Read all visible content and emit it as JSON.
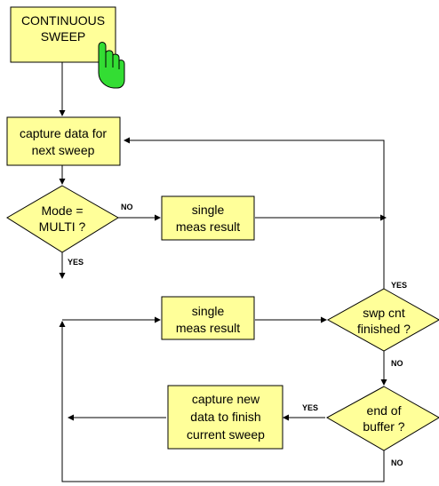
{
  "colors": {
    "box_fill": "#ffff99",
    "hand_fill": "#33dd33",
    "line": "#000000"
  },
  "nodes": {
    "continuous_sweep": {
      "line1": "CONTINUOUS",
      "line2": "SWEEP"
    },
    "capture_data": {
      "line1": "capture data for",
      "line2": "next sweep"
    },
    "mode_decision": {
      "line1": "Mode =",
      "line2": "MULTI ?"
    },
    "single_result_top": {
      "line1": "single",
      "line2": "meas result"
    },
    "single_result_mid": {
      "line1": "single",
      "line2": "meas result"
    },
    "swp_cnt_decision": {
      "line1": "swp cnt",
      "line2": "finished ?"
    },
    "end_buffer_decision": {
      "line1": "end of",
      "line2": "buffer ?"
    },
    "capture_new": {
      "line1": "capture new",
      "line2": "data to finish",
      "line3": "current sweep"
    }
  },
  "branch_labels": {
    "mode_no": "NO",
    "mode_yes": "YES",
    "swp_yes": "YES",
    "swp_no": "NO",
    "buffer_yes": "YES",
    "buffer_no": "NO"
  },
  "icons": {
    "softkey_press": "hand-pointer-icon"
  }
}
